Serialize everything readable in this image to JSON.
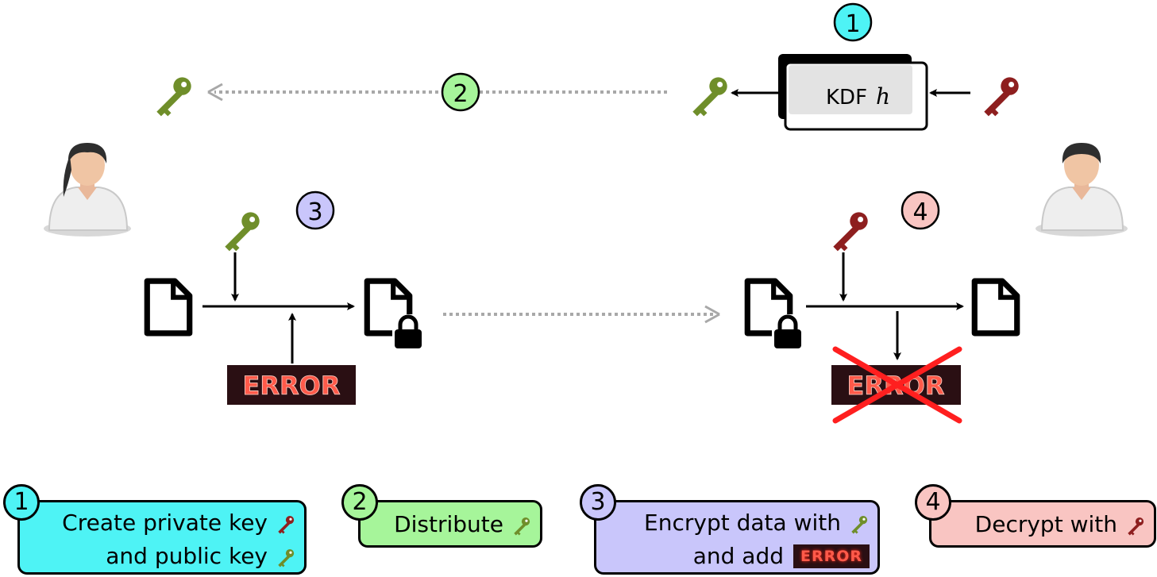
{
  "steps": {
    "create": "1",
    "distribute": "2",
    "encrypt": "3",
    "decrypt": "4"
  },
  "kdf": {
    "label": "KDF",
    "variable": "h"
  },
  "error_label": "ERROR",
  "legend": {
    "create_line1": "Create private key",
    "create_line2": "and public key",
    "distribute": "Distribute",
    "encrypt_line1": "Encrypt data with",
    "encrypt_line2": "and add",
    "decrypt": "Decrypt with"
  },
  "colors": {
    "step1": "#4ef3f5",
    "step2": "#a6f59a",
    "step3": "#c9c6fb",
    "step4": "#f9c5c2",
    "public_key": "#6f8e2a",
    "private_key": "#8e1f1f",
    "error_bg": "#2a0f13",
    "error_text": "#ff5a4a",
    "cross": "#ff1f1f"
  },
  "icons": {
    "public_key": "key-icon",
    "private_key": "key-icon",
    "document": "document-icon",
    "locked_document": "locked-document-icon",
    "user_female": "user-icon",
    "user_male": "user-icon"
  }
}
